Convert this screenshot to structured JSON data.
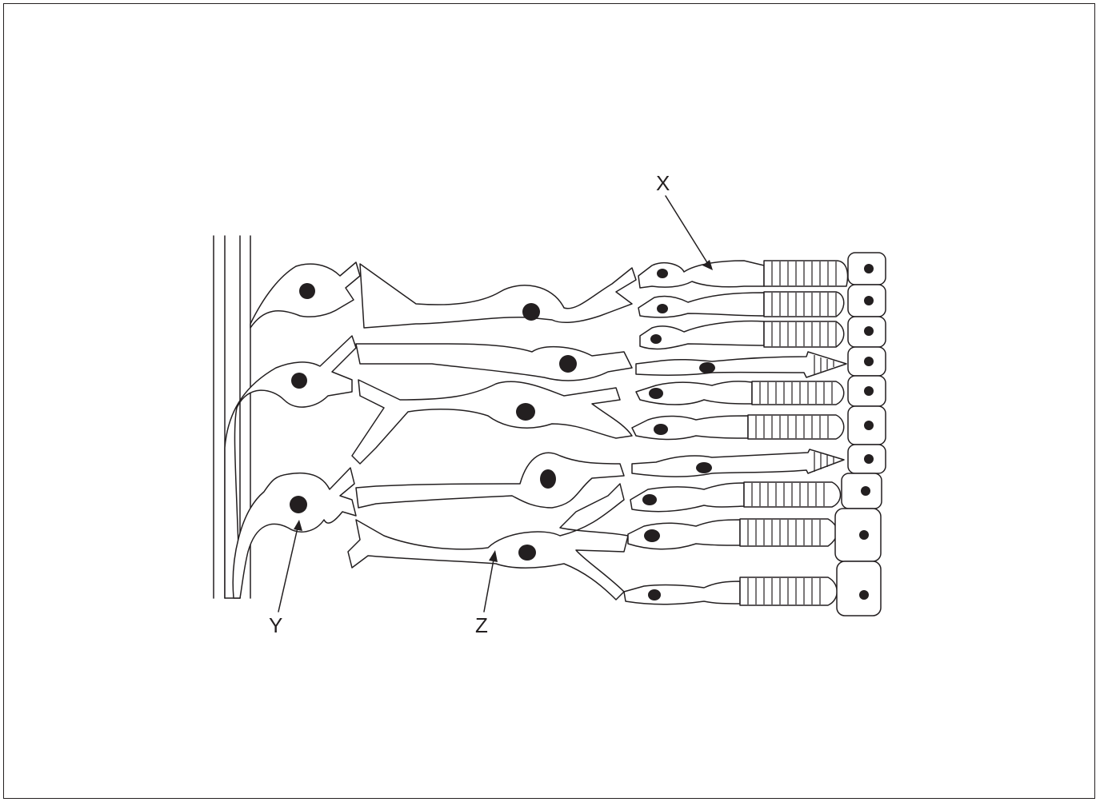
{
  "diagram": {
    "labels": {
      "x": "X",
      "y": "Y",
      "z": "Z"
    },
    "colors": {
      "ink": "#231f20",
      "background": "#ffffff"
    }
  }
}
